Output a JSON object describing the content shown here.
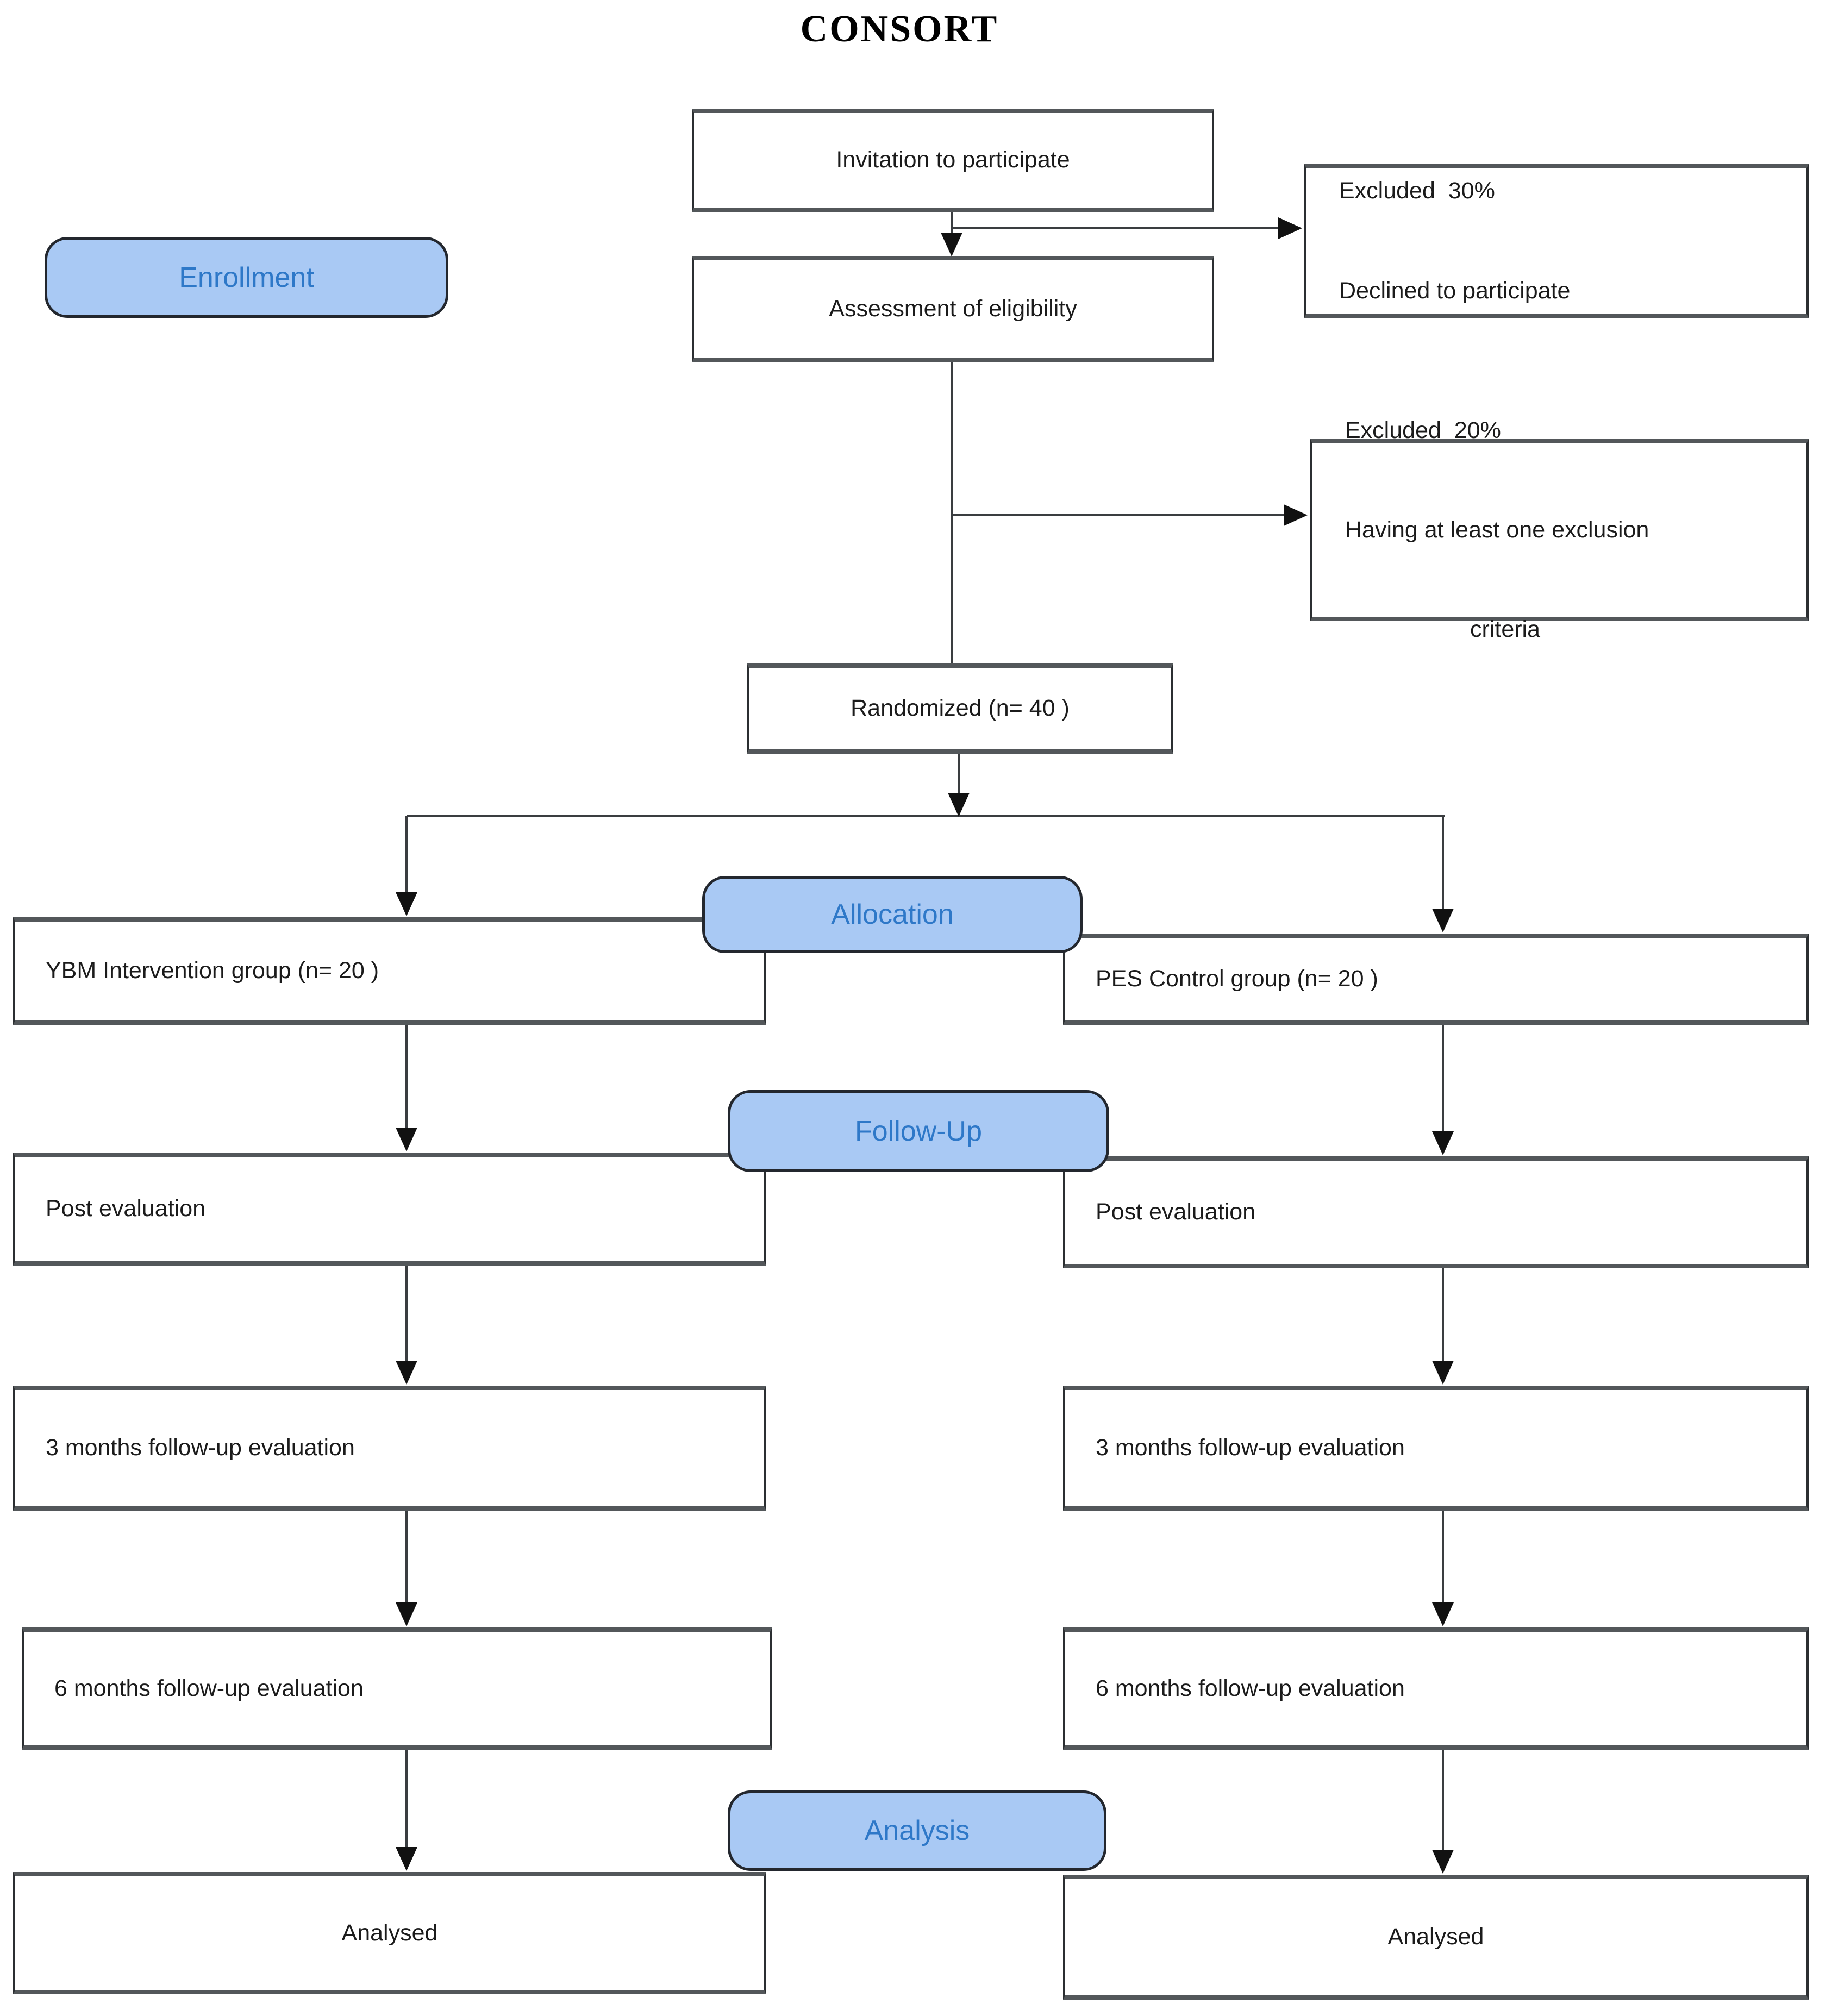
{
  "title": "CONSORT",
  "colors": {
    "pillFill": "#A9C9F4",
    "pillBorder": "#23272E",
    "pillText": "#2E78C8",
    "boxBorder": "#2B2E31",
    "boxEdge": "#53575A",
    "text": "#1B1B1B",
    "line": "#3A3D40",
    "arrow": "#111111",
    "background": "#FFFFFF"
  },
  "stages": {
    "enrollment": "Enrollment",
    "allocation": "Allocation",
    "followup": "Follow-Up",
    "analysis": "Analysis"
  },
  "boxes": {
    "invitation": "Invitation to participate",
    "assessment": "Assessment of eligibility",
    "excluded30_line1": "Excluded  30%",
    "excluded30_line2": "Declined to participate",
    "excluded20_line1": "Excluded  20%",
    "excluded20_line2": "Having at least one exclusion",
    "excluded20_line3": "criteria",
    "randomized": "Randomized (n= 40 )",
    "intervention_group": "YBM Intervention group (n= 20 )",
    "control_group": "PES Control group (n= 20 )",
    "post_left": "Post evaluation",
    "post_right": "Post evaluation",
    "m3_left": "3 months follow-up evaluation",
    "m3_right": "3 months follow-up evaluation",
    "m6_left": "6 months follow-up evaluation",
    "m6_right": "6 months follow-up evaluation",
    "analysed_left": "Analysed",
    "analysed_right": "Analysed"
  }
}
